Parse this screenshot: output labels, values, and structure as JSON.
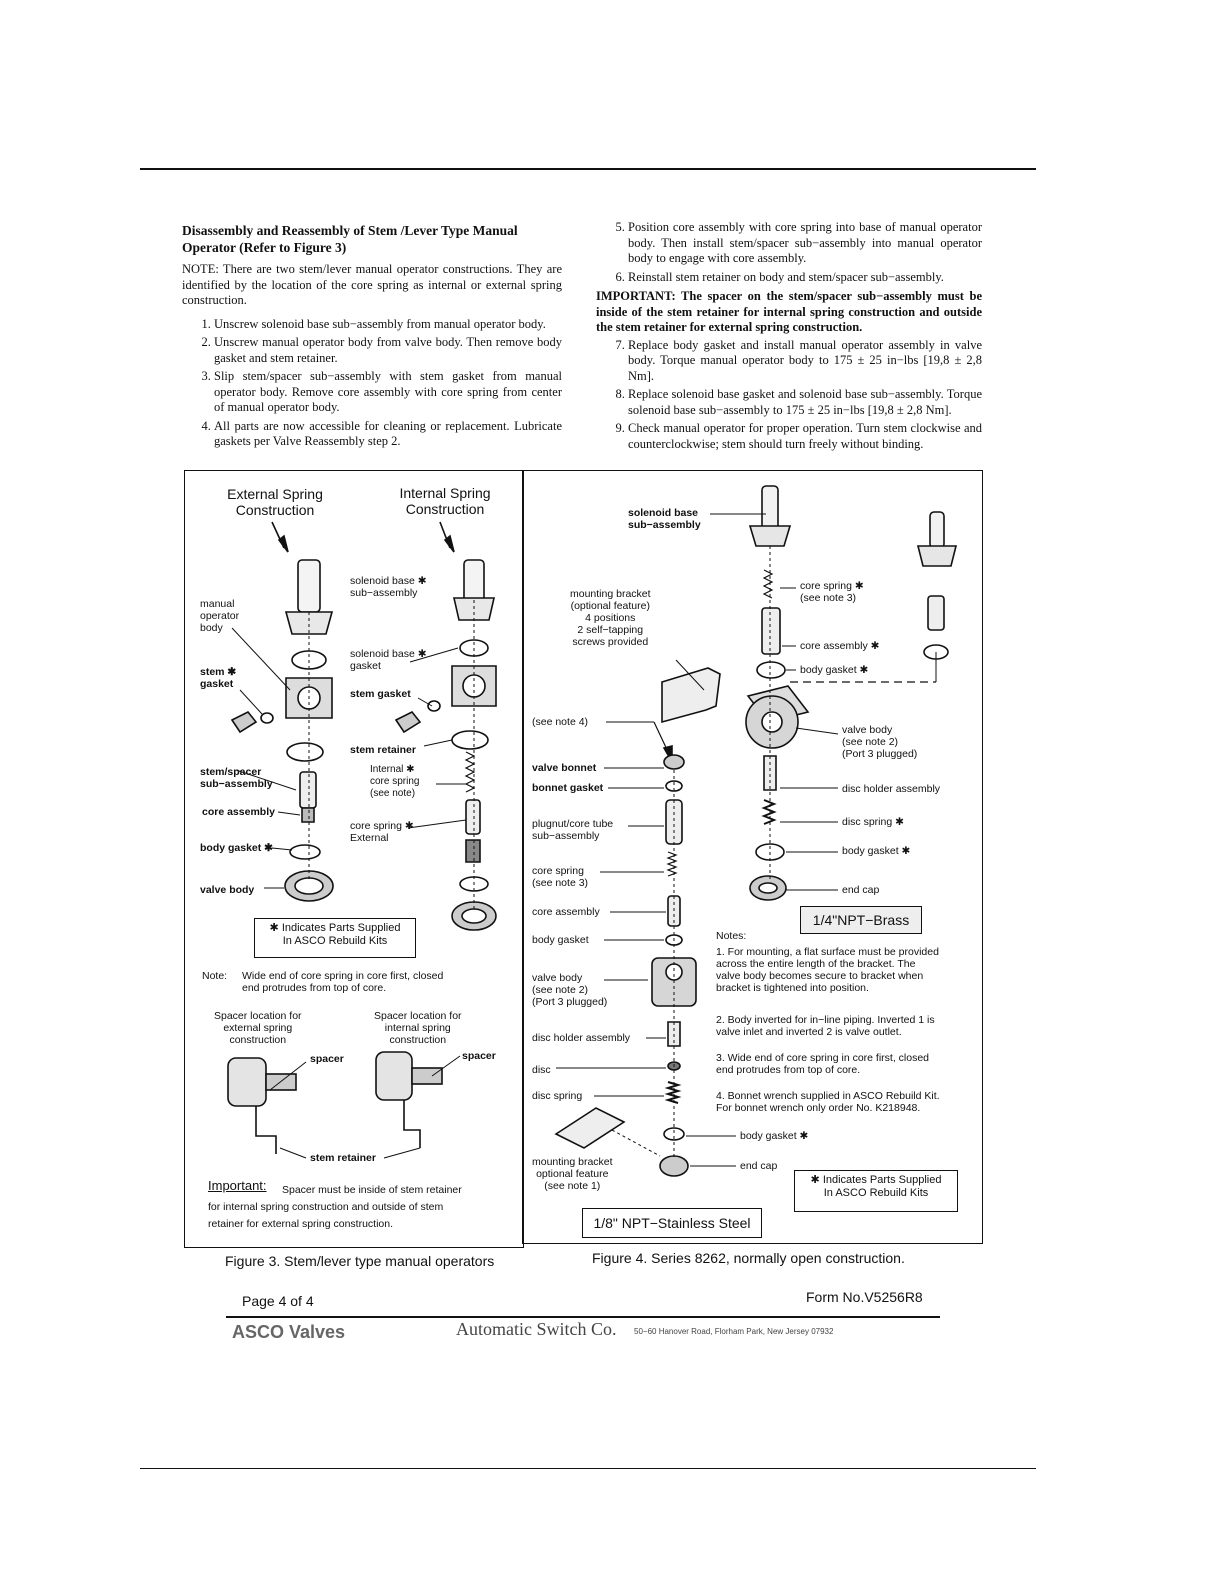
{
  "left_col": {
    "heading": "Disassembly and Reassembly of Stem /Lever Type Manual Operator (Refer to Figure 3)",
    "note": "NOTE: There are two stem/lever manual operator constructions. They are identified by the location of the core spring as internal or external spring construction.",
    "steps": [
      "Unscrew solenoid base sub−assembly from manual operator body.",
      "Unscrew manual operator body from valve body. Then remove body gasket and stem retainer.",
      "Slip stem/spacer sub−assembly with stem gasket from manual operator body. Remove core assembly with core spring from center of manual operator body.",
      "All parts are now accessible for cleaning or replacement. Lubricate gaskets per Valve Reassembly step 2."
    ]
  },
  "right_col": {
    "steps_a": [
      "Position core assembly with core spring into base of manual operator body. Then install stem/spacer sub−assembly into manual operator body to engage with core assembly.",
      "Reinstall stem retainer on body and stem/spacer sub−assembly."
    ],
    "important": "IMPORTANT: The spacer on the stem/spacer sub−assembly must be inside of the stem retainer for internal spring construction and outside the stem retainer for external spring construction.",
    "steps_b": [
      "Replace body gasket and install manual operator assembly in valve body. Torque manual operator body to 175 ± 25 in−lbs [19,8 ± 2,8 Nm].",
      "Replace solenoid base gasket and solenoid base sub−assembly. Torque solenoid base sub−assembly to 175 ± 25 in−lbs [19,8 ± 2,8 Nm].",
      "Check manual operator for proper operation. Turn stem clockwise and counterclockwise; stem should turn freely without binding."
    ]
  },
  "fig3": {
    "col_a": "External Spring\nConstruction",
    "col_b": "Internal Spring\nConstruction",
    "labels": {
      "manual_operator_body": "manual\noperator\nbody",
      "stem_gasket_left": "stem ✱\ngasket",
      "stem_spacer": "stem/spacer\nsub−assembly",
      "core_assembly": "core assembly",
      "body_gasket": "body gasket ✱",
      "valve_body": "valve body",
      "solenoid_base": "solenoid base ✱\nsub−assembly",
      "solenoid_base_gasket": "solenoid base ✱\ngasket",
      "stem_gasket": "stem gasket",
      "stem_retainer": "stem retainer",
      "internal_core_spring": "Internal ✱\ncore spring\n(see note)",
      "core_spring_external": "core spring ✱\nExternal"
    },
    "supplied_note": "✱ Indicates Parts Supplied\nIn ASCO Rebuild Kits",
    "note_label": "Note:",
    "note_text": "Wide end of core spring in core first, closed\nend protrudes from top of core.",
    "spacer_ext": "Spacer location for\nexternal spring\nconstruction",
    "spacer_int": "Spacer location for\ninternal spring\nconstruction",
    "spacer": "spacer",
    "stem_retainer_bottom": "stem retainer",
    "important_title": "Important:",
    "important_text": "Spacer must be inside of stem retainer\nfor internal spring construction and outside of stem\nretainer for external spring construction.",
    "caption": "Figure 3. Stem/lever type manual operators"
  },
  "fig4": {
    "labels": {
      "solenoid_base": "solenoid base\nsub−assembly",
      "mounting_bracket": "mounting bracket\n(optional feature)\n4 positions\n2 self−tapping\nscrews provided",
      "core_spring_top": "core spring ✱\n(see note 3)",
      "core_assembly_top": "core assembly ✱",
      "body_gasket_top": "body gasket ✱",
      "see_note_4": "(see note 4)",
      "valve_body_r": "valve body\n(see note 2)\n(Port 3 plugged)",
      "valve_bonnet": "valve bonnet",
      "bonnet_gasket": "bonnet gasket",
      "disc_holder_r": "disc holder assembly",
      "plugnut": "plugnut/core tube\nsub−assembly",
      "disc_spring_r": "disc spring ✱",
      "body_gasket_r": "body gasket ✱",
      "core_spring_l": "core spring\n(see note 3)",
      "end_cap_r": "end cap",
      "core_assembly_l": "core assembly",
      "body_gasket_l": "body gasket",
      "valve_body_l": "valve body\n(see note 2)\n(Port 3 plugged)",
      "disc_holder_l": "disc holder assembly",
      "disc": "disc",
      "disc_spring_l": "disc spring",
      "body_gasket_b": "body gasket ✱",
      "mounting_bracket_b": "mounting bracket\noptional feature\n(see note 1)",
      "end_cap_b": "end cap"
    },
    "brass": "1/4\"NPT−Brass",
    "steel": "1/8\" NPT−Stainless Steel",
    "notes_title": "Notes:",
    "notes": [
      "1. For mounting, a flat surface must be provided\n    across the entire length of the bracket. The\n    valve body becomes secure to bracket when\n    bracket is tightened into position.",
      "2. Body inverted for in−line piping. Inverted 1 is\n    valve inlet and inverted 2 is valve outlet.",
      "3. Wide end of core spring in core first, closed\n    end protrudes from top of core.",
      "4. Bonnet wrench supplied in ASCO Rebuild Kit.\n    For bonnet wrench only order No. K218948."
    ],
    "supplied_note": "✱ Indicates Parts Supplied\nIn ASCO Rebuild Kits",
    "caption": "Figure 4. Series 8262, normally open construction."
  },
  "footer": {
    "page": "Page 4 of 4",
    "form": "Form No.V5256R8",
    "brand": "ASCO Valves",
    "company": "Automatic Switch Co.",
    "address": "50−60 Hanover Road, Florham Park, New Jersey 07932"
  }
}
